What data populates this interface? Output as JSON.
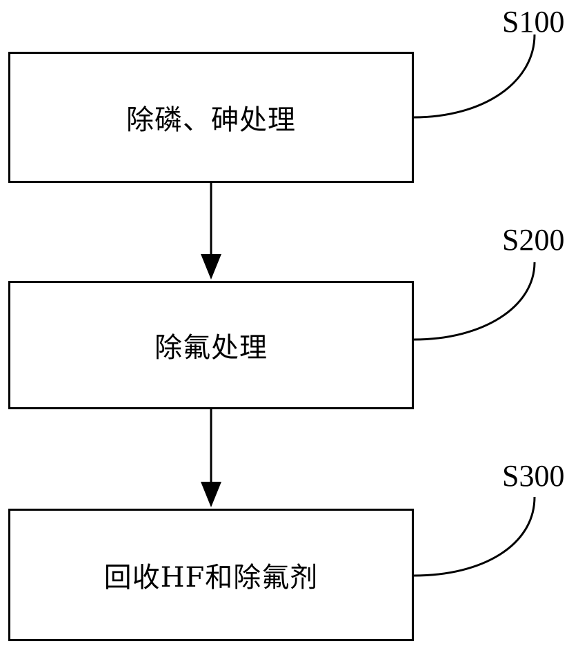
{
  "steps": [
    {
      "id": "S100",
      "label": "S100",
      "text": "除磷、砷处理"
    },
    {
      "id": "S200",
      "label": "S200",
      "text": "除氟处理"
    },
    {
      "id": "S300",
      "label": "S300",
      "text": "回收HF和除氟剂"
    }
  ]
}
